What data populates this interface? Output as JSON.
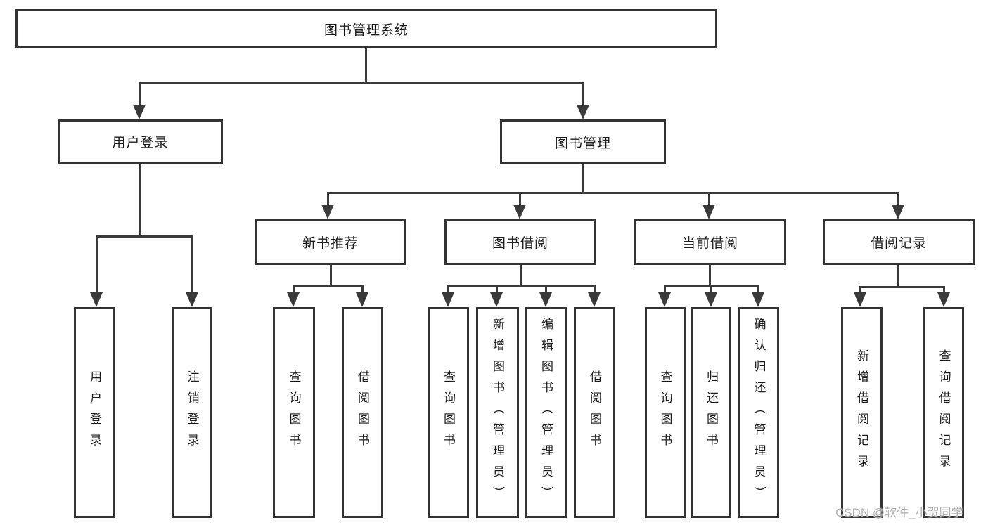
{
  "diagram": {
    "title_node": "图书管理系统",
    "colors": {
      "line": "#3a3a3a",
      "border": "#333333",
      "text": "#1c1c1c",
      "watermark": "#b0b0b0"
    },
    "nodes": {
      "root": "图书管理系统",
      "level2": {
        "user_login": "用户登录",
        "book_mgmt": "图书管理"
      },
      "level3": {
        "new_books": "新书推荐",
        "book_borrow": "图书借阅",
        "current_borrow": "当前借阅",
        "borrow_records": "借阅记录"
      },
      "leaves": {
        "user_login": "用户登录",
        "logout": "注销登录",
        "nb_query": "查询图书",
        "nb_borrow": "借阅图书",
        "bb_query": "查询图书",
        "bb_add": "新增图书（管理员）",
        "bb_edit": "编辑图书（管理员）",
        "bb_borrow": "借阅图书",
        "cb_query": "查询图书",
        "cb_return": "归还图书",
        "cb_confirm": "确认归还（管理员）",
        "rec_add": "新增借阅记录",
        "rec_query": "查询借阅记录"
      }
    },
    "watermark": "CSDN @软件_小贺同学"
  }
}
